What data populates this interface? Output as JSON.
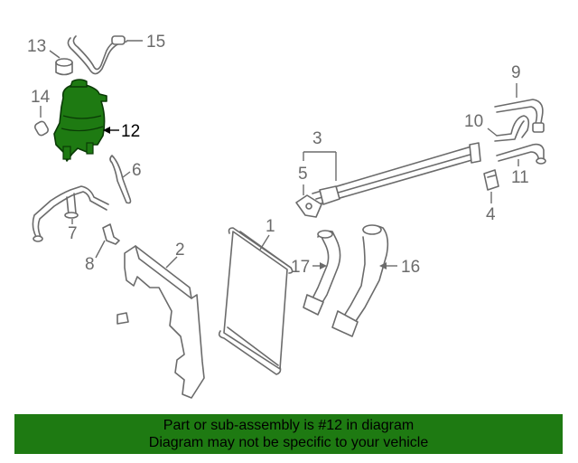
{
  "diagram": {
    "highlighted_part": "12",
    "highlight_color": "#1e7a12",
    "callouts": {
      "c1": "1",
      "c2": "2",
      "c3": "3",
      "c4": "4",
      "c5": "5",
      "c6": "6",
      "c7": "7",
      "c8": "8",
      "c9": "9",
      "c10": "10",
      "c11": "11",
      "c12": "12",
      "c13": "13",
      "c14": "14",
      "c15": "15",
      "c16": "16",
      "c17": "17"
    }
  },
  "caption": {
    "line1": "Part or sub-assembly is #12 in diagram",
    "line2": "Diagram may not be specific to your vehicle",
    "background": "#1e7a12"
  }
}
